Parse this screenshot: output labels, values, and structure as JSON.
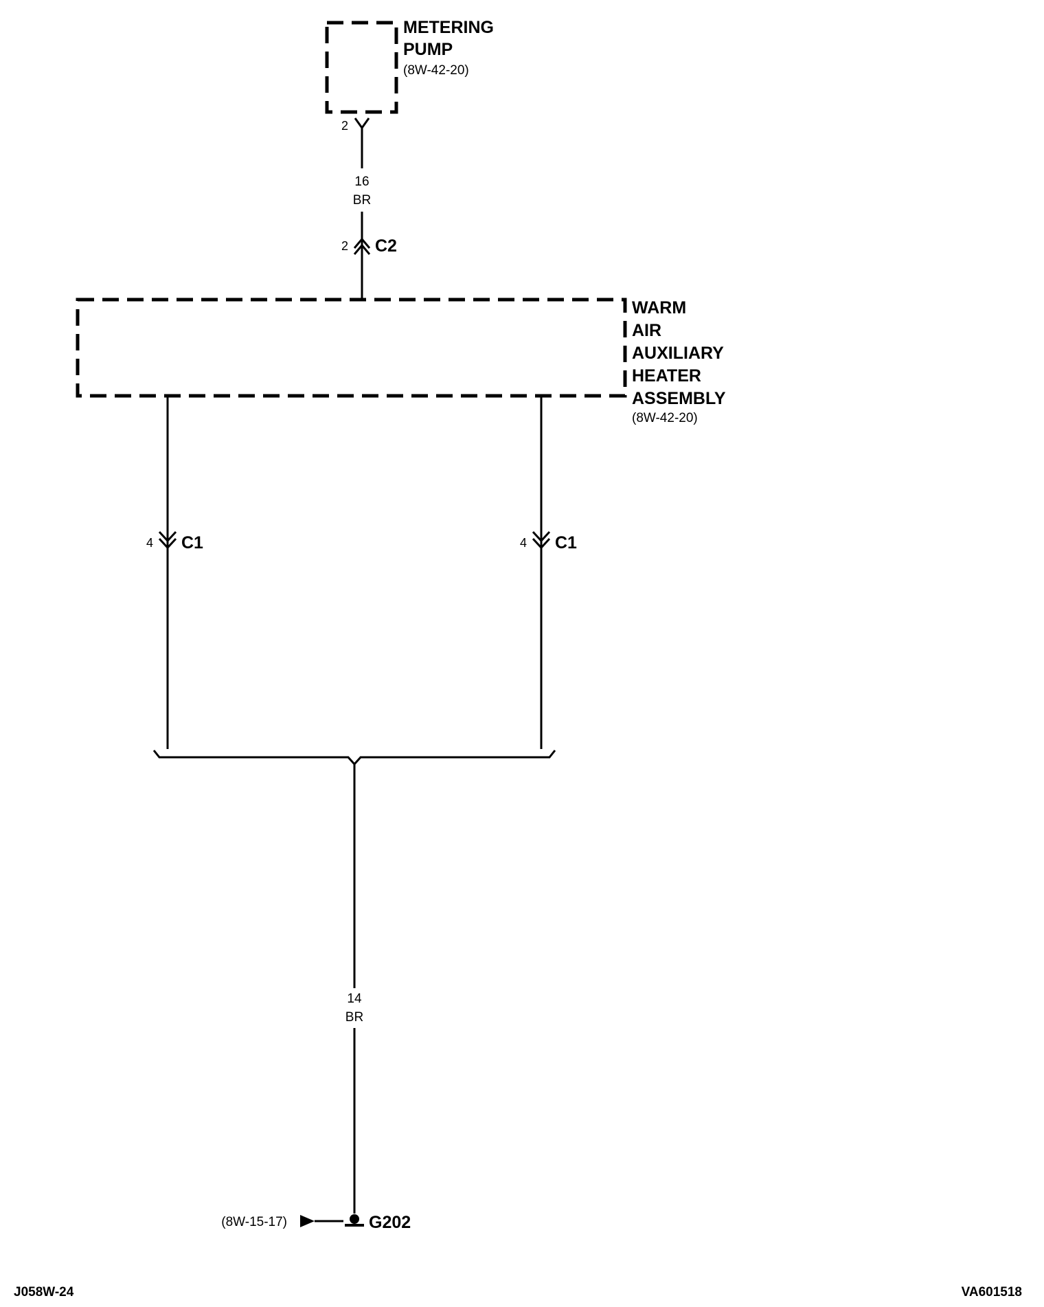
{
  "components": {
    "metering_pump": {
      "name_line1": "METERING",
      "name_line2": "PUMP",
      "ref": "(8W-42-20)"
    },
    "heater": {
      "name_line1": "WARM",
      "name_line2": "AIR",
      "name_line3": "AUXILIARY",
      "name_line4": "HEATER",
      "name_line5": "ASSEMBLY",
      "ref": "(8W-42-20)"
    }
  },
  "pins": {
    "pump_pin": "2",
    "c2_pin": "2",
    "c2_name": "C2",
    "c1_left_pin": "4",
    "c1_left_name": "C1",
    "c1_right_pin": "4",
    "c1_right_name": "C1"
  },
  "wires": {
    "upper_gauge": "16",
    "upper_color": "BR",
    "lower_gauge": "14",
    "lower_color": "BR"
  },
  "ground": {
    "name": "G202",
    "ref": "(8W-15-17)"
  },
  "footer": {
    "left": "J058W-24",
    "right": "VA601518"
  }
}
